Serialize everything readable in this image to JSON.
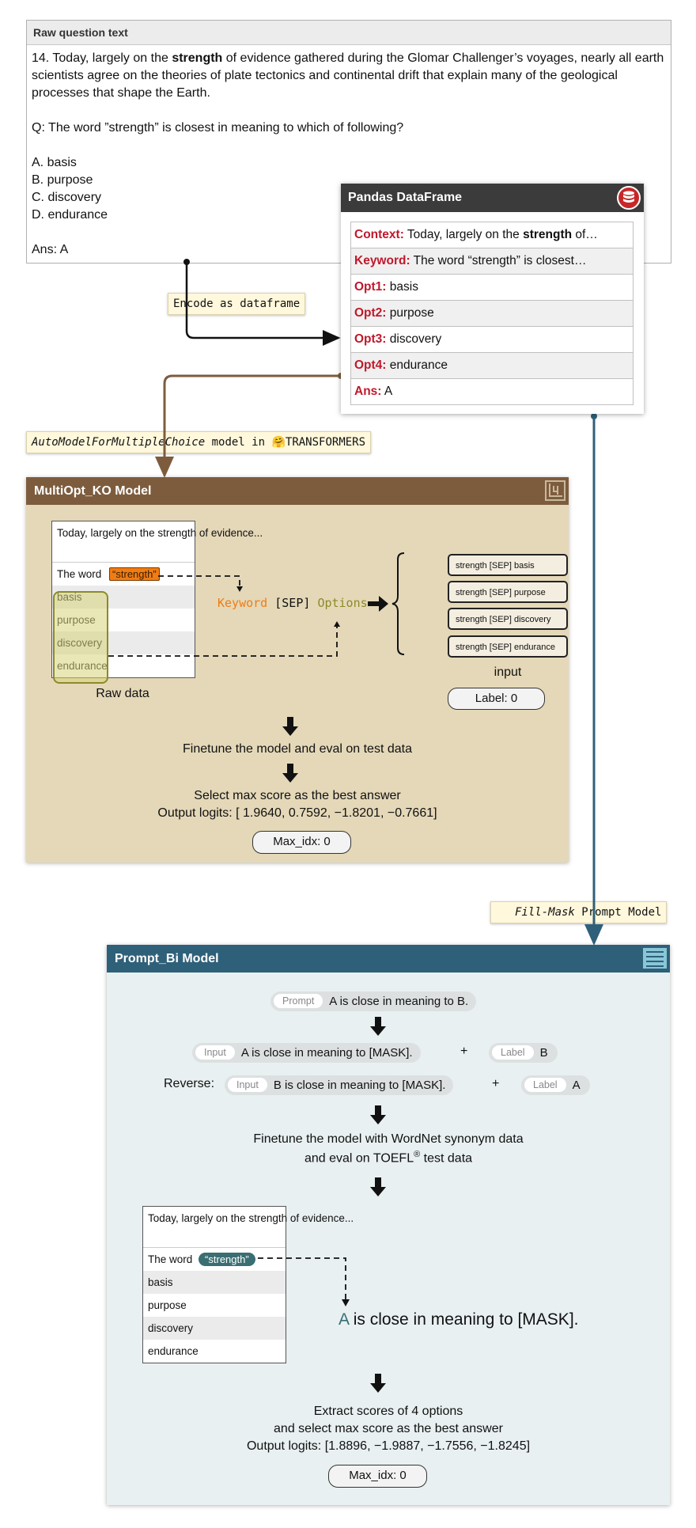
{
  "raw_question": {
    "header": "Raw question text",
    "passage_prefix": "14. Today, largely on the ",
    "passage_bold": "strength",
    "passage_suffix": " of evidence gathered during the Glomar Challenger’s voyages, nearly all earth scientists agree on the theories of plate tectonics and continental drift that explain many of the geological processes that shape the Earth.",
    "question": "Q:  The word ”strength” is closest in meaning to which of following?",
    "options": [
      "A. basis",
      "B. purpose",
      "C. discovery",
      "D. endurance"
    ],
    "answer": "Ans: A"
  },
  "pandas": {
    "title": "Pandas DataFrame",
    "rows": [
      {
        "key": "Context:",
        "value_prefix": " Today, largely on the ",
        "value_bold": "strength",
        "value_suffix": " of…"
      },
      {
        "key": "Keyword:",
        "value_prefix": " The word “strength” is closest…",
        "value_bold": "",
        "value_suffix": ""
      },
      {
        "key": "Opt1:",
        "value_prefix": " basis",
        "value_bold": "",
        "value_suffix": ""
      },
      {
        "key": "Opt2:",
        "value_prefix": " purpose",
        "value_bold": "",
        "value_suffix": ""
      },
      {
        "key": "Opt3:",
        "value_prefix": " discovery",
        "value_bold": "",
        "value_suffix": ""
      },
      {
        "key": "Opt4:",
        "value_prefix": " endurance",
        "value_bold": "",
        "value_suffix": ""
      },
      {
        "key": "Ans:",
        "value_prefix": " A",
        "value_bold": "",
        "value_suffix": ""
      }
    ]
  },
  "labels": {
    "encode": "Encode as dataframe",
    "automodel_italic": "AutoModelForMultipleChoice",
    "automodel_rest": " model in ",
    "automodel_emoji": "🤗",
    "automodel_brand": "TRANSFORMERS",
    "fillmask_italic": "Fill-Mask",
    "fillmask_rest": " Prompt Model"
  },
  "ko_model": {
    "title": "MultiOpt_KO Model",
    "raw_data": {
      "context": "Today, largely on the strength of evidence...",
      "word_label": "The word",
      "keyword": "“strength”",
      "options": [
        "basis",
        "purpose",
        "discovery",
        "endurance"
      ],
      "caption": "Raw data"
    },
    "formula": {
      "keyword": "Keyword",
      "sep": " [SEP] ",
      "options": "Options"
    },
    "inputs": [
      "strength [SEP] basis",
      "strength [SEP] purpose",
      "strength [SEP] discovery",
      "strength [SEP] endurance"
    ],
    "input_caption": "input",
    "label": "Label: 0",
    "step1": "Finetune the model and eval on test data",
    "step2": "Select max score as the best answer",
    "logits": "Output logits: [ 1.9640,  0.7592, −1.8201, −0.7661]",
    "max_idx": "Max_idx: 0"
  },
  "pb_model": {
    "title": "Prompt_Bi Model",
    "prompt_tag": "Prompt",
    "prompt_text": "A is close in meaning to B.",
    "input_tag": "Input",
    "label_tag": "Label",
    "forward_input": "A is close in meaning to [MASK].",
    "forward_label": "B",
    "plus": "+",
    "reverse_label": "Reverse:",
    "reverse_input": "B is close in meaning to [MASK].",
    "reverse_answer": "A",
    "finetune_line1": "Finetune the model with WordNet synonym data",
    "finetune_line2_prefix": "and eval on TOEFL",
    "finetune_reg": "®",
    "finetune_line2_suffix": " test data",
    "raw_data": {
      "context": "Today, largely on the strength of evidence...",
      "word_label": "The word",
      "keyword": "“strength”",
      "options": [
        "basis",
        "purpose",
        "discovery",
        "endurance"
      ]
    },
    "mask_letter": "A",
    "mask_text": " is close in meaning to [MASK].",
    "extract1": "Extract scores of 4 options",
    "extract2": "and select max score as the best answer",
    "logits": "Output logits: [1.8896,  −1.9887, −1.7556, −1.8245]",
    "max_idx": "Max_idx: 0"
  },
  "colors": {
    "ko_header": "#7d5c3d",
    "ko_body": "#e4d8b8",
    "pb_header": "#2f6079",
    "pb_body": "#e8f0f1",
    "key_red": "#c0182b",
    "keyword_orange": "#f07c14",
    "options_olive": "#8c8a2a",
    "options_highlight": "#d9d37a",
    "pb_keyword_teal": "#3a6e72",
    "brown_arrow": "#7d5c3d",
    "blue_arrow": "#2f6079"
  }
}
